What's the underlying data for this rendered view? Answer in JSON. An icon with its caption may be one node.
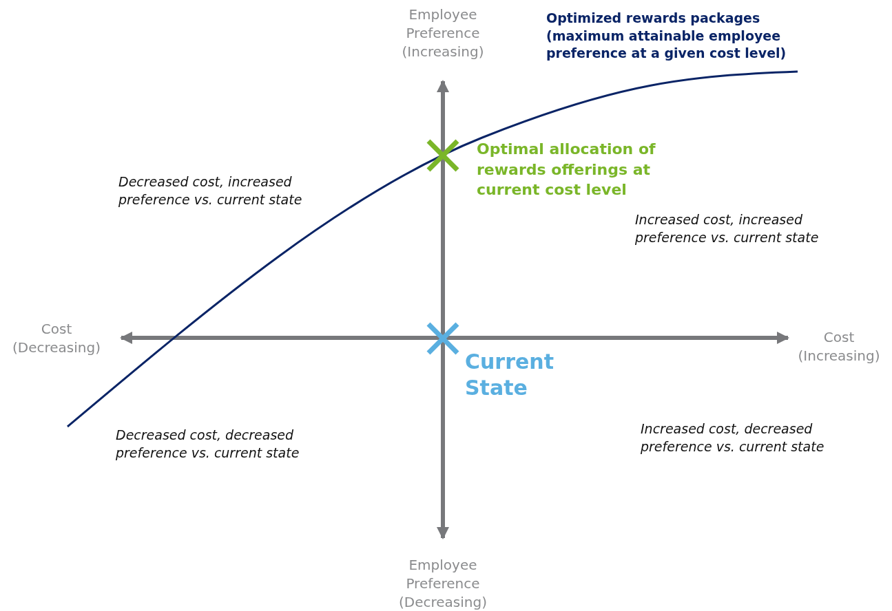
{
  "diagram": {
    "labels": [
      "Employee Preference (Increasing)",
      "Optimized rewards packages (maximum attainable employee preference at a given cost level)",
      "Optimal allocation of rewards offerings at current cost level",
      "Decreased cost, increased preference vs. current state",
      "Increased cost, increased preference vs. current state",
      "Cost (Decreasing)",
      "Cost (Increasing)",
      "Current State",
      "Decreased cost, decreased preference vs. current state",
      "Increased cost, decreased preference vs. current state",
      "Employee Preference (Decreasing)"
    ]
  }
}
